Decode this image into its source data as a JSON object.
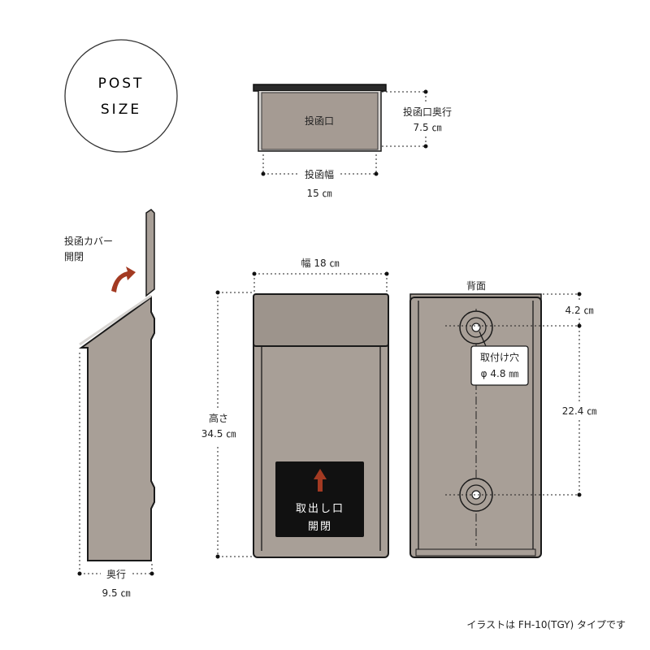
{
  "badge": {
    "line1": "POST",
    "line2": "SIZE"
  },
  "top_view": {
    "slot_label": "投函口",
    "depth_label": "投函口奥行",
    "depth_value": "7.5 ㎝",
    "width_label": "投函幅",
    "width_value": "15 ㎝"
  },
  "side_view": {
    "cover_label_line1": "投函カバー",
    "cover_label_line2": "開閉",
    "depth_label": "奥行",
    "depth_value": "9.5 ㎝"
  },
  "front_view": {
    "width_label": "幅 18 ㎝",
    "height_label": "高さ",
    "height_value": "34.5 ㎝",
    "outlet_line1": "取出し口",
    "outlet_line2": "開閉"
  },
  "back_view": {
    "title": "背面",
    "top_offset": "4.2 ㎝",
    "hole_label": "取付け穴",
    "hole_size": "φ 4.8 ㎜",
    "hole_spacing": "22.4 ㎝"
  },
  "footnote": "イラストは FH-10(TGY) タイプです",
  "colors": {
    "body": "#a89f97",
    "outline": "#1a1a1a",
    "arrow_red": "#a33a22",
    "panel": "#111111"
  }
}
